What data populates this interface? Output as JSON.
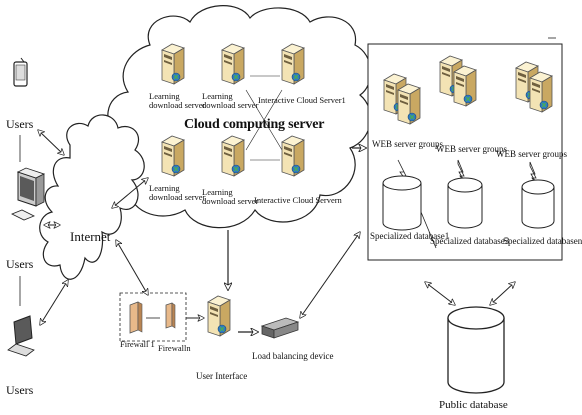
{
  "users": [
    {
      "label": "Users",
      "device": "phone-icon"
    },
    {
      "label": "Users",
      "device": "desktop-icon"
    },
    {
      "label": "Users",
      "device": "laptop-icon"
    }
  ],
  "internet": {
    "label": "Internet"
  },
  "cloud": {
    "title": "Cloud computing server",
    "servers": [
      {
        "label": "Learning download server"
      },
      {
        "label": "Learning download server"
      },
      {
        "label": "Interactive Cloud Server1"
      },
      {
        "label": "Learning download server"
      },
      {
        "label": "Learning download server"
      },
      {
        "label": "Interactive Cloud Servern"
      }
    ]
  },
  "firewalls": [
    {
      "label": "Firewall 1"
    },
    {
      "label": "Firewalln"
    }
  ],
  "user_interface": {
    "label": "User Interface"
  },
  "load_balancer": {
    "label": "Load balancing device"
  },
  "web_groups": [
    {
      "label": "WEB server groups",
      "db_label": "Specialized database1"
    },
    {
      "label": "WEB server groups",
      "db_label": "Specialized database3"
    },
    {
      "label": "WEB server groups",
      "db_label": "Specialized databasen"
    }
  ],
  "public_db": {
    "label": "Public database"
  },
  "colors": {
    "server_body": "#f3e3b4",
    "server_side": "#c9a862",
    "server_front": "#6f6040",
    "screen": "#5a5a5a",
    "firewall": "#e8b98a",
    "line": "#222222"
  }
}
